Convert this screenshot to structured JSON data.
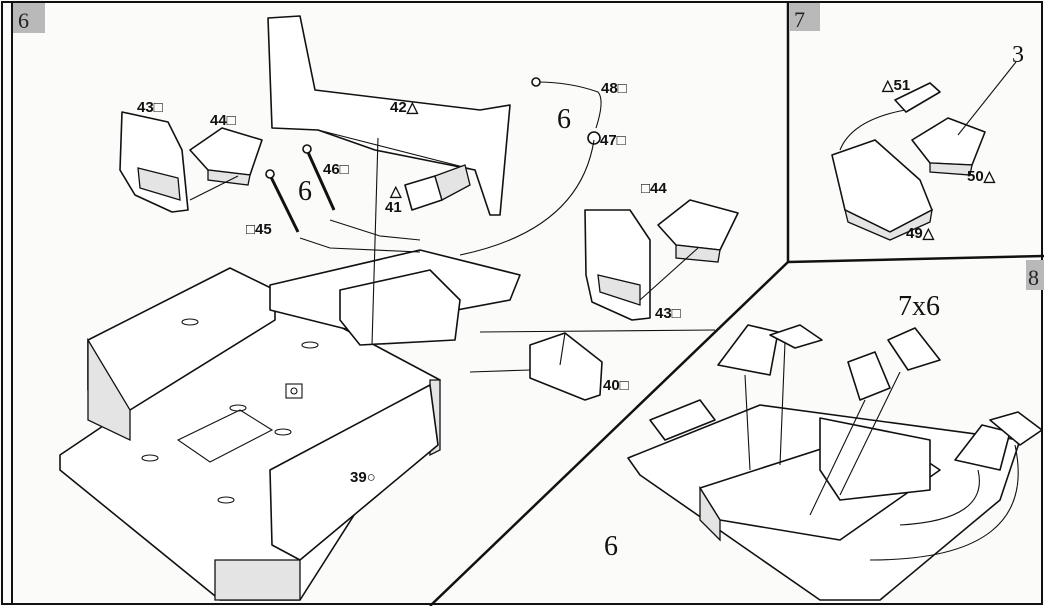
{
  "steps": {
    "step6_number": "6",
    "step7_number": "7",
    "step8_number": "8"
  },
  "parts": {
    "p39": "39○",
    "p40": "40□",
    "p41": "41",
    "p41_mark": "△",
    "p42": "42△",
    "p43a": "43□",
    "p43b": "43□",
    "p44a": "44□",
    "p44b": "□44",
    "p45": "□45",
    "p46": "46□",
    "p47": "47□",
    "p48": "48□",
    "p49": "49△",
    "p50": "50△",
    "p51": "△51",
    "p3": "3"
  },
  "callouts": {
    "curl_6_a": "6",
    "curl_6_b": "6",
    "curl_6_c": "6",
    "quantity": "7x6"
  }
}
